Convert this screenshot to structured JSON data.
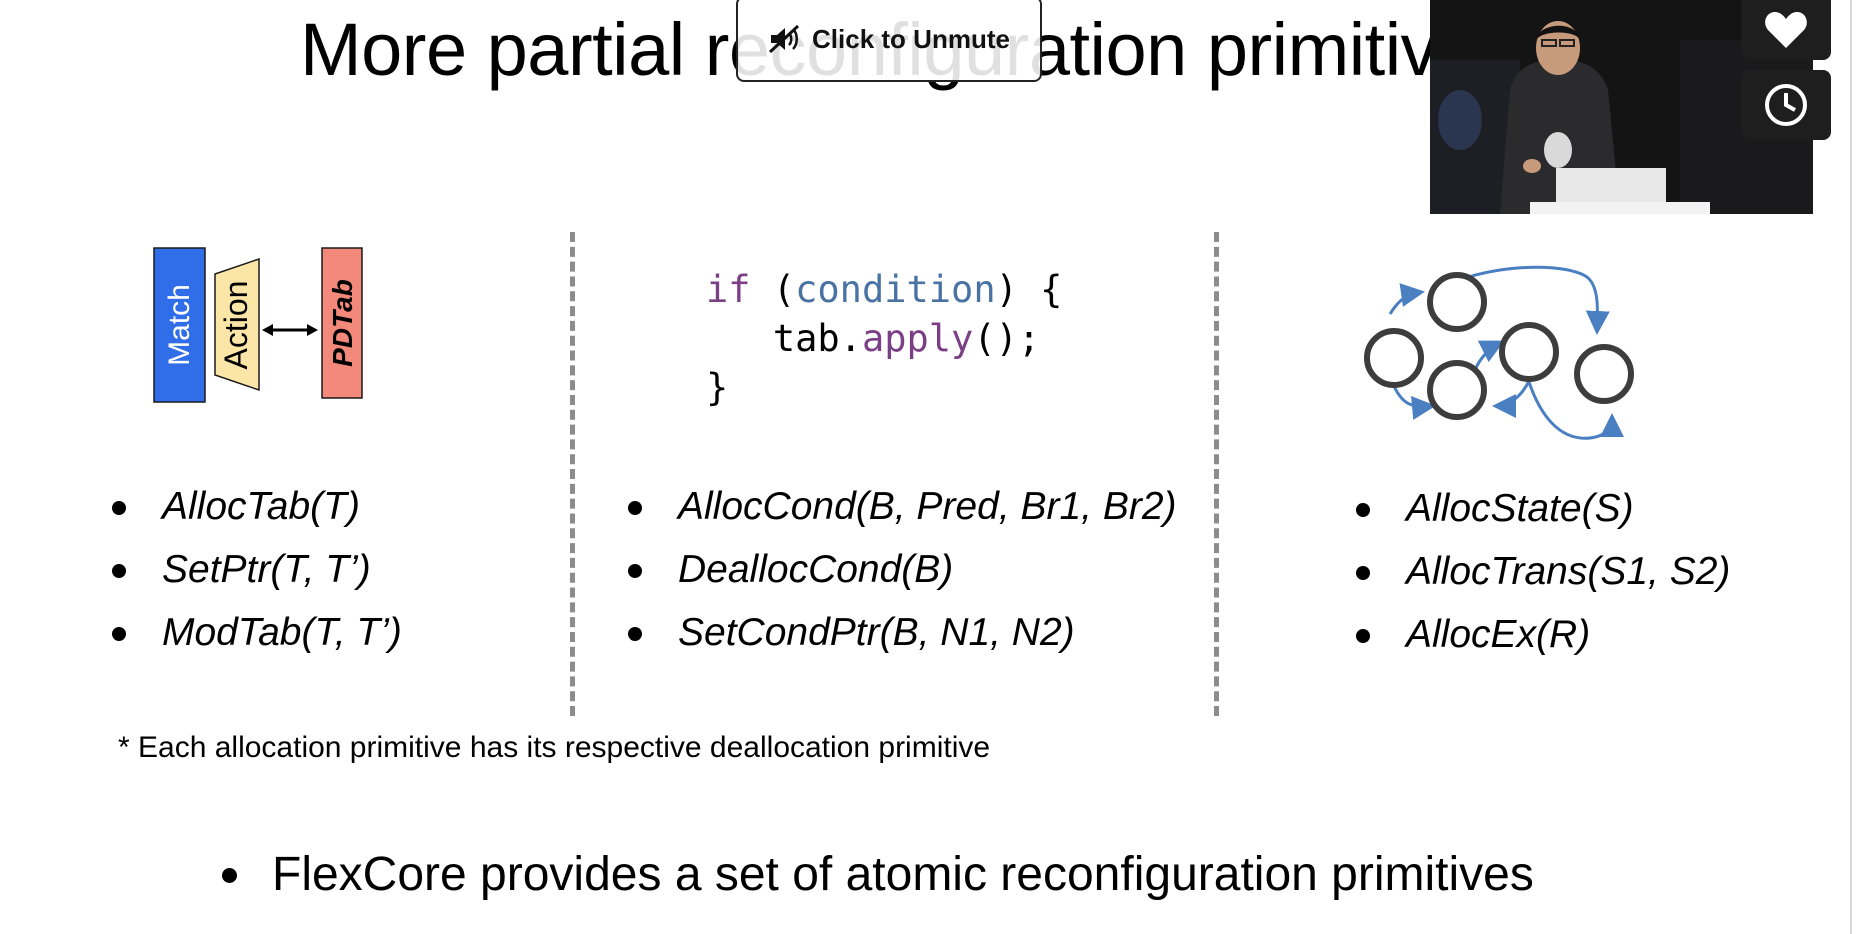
{
  "slide": {
    "title": "More partial reconfiguration primitives",
    "columns": [
      {
        "diagram": {
          "match_label": "Match",
          "action_label": "Action",
          "pdtab_label": "PDTab"
        },
        "items": [
          "AllocTab(T)",
          "SetPtr(T, T’)",
          "ModTab(T, T’)"
        ]
      },
      {
        "code": {
          "line1_kw": "if",
          "line1_open": " (",
          "line1_cond": "condition",
          "line1_close": ") {",
          "line2_obj": "tab.",
          "line2_fn": "apply",
          "line2_end": "();",
          "line3": "}"
        },
        "items": [
          "AllocCond(B, Pred, Br1, Br2)",
          "DeallocCond(B)",
          "SetCondPtr(B, N1, N2)"
        ]
      },
      {
        "items": [
          "AllocState(S)",
          "AllocTrans(S1, S2)",
          "AllocEx(R)"
        ]
      }
    ],
    "footnote": "* Each allocation primitive has its respective deallocation primitive",
    "summary": "FlexCore provides a set of atomic reconfiguration primitives"
  },
  "overlay": {
    "unmute_label": "Click to Unmute",
    "unmute_icon": "speaker-muted-icon",
    "like_icon": "heart-icon",
    "watch_later_icon": "clock-icon"
  },
  "colors": {
    "match": "#2f6de9",
    "action": "#fbe6a8",
    "pdtab": "#f2897a",
    "code_keyword": "#7a3f84",
    "code_identifier": "#4a73a4",
    "graph_edges": "#4a7fc1",
    "divider": "#8c8c8c"
  }
}
